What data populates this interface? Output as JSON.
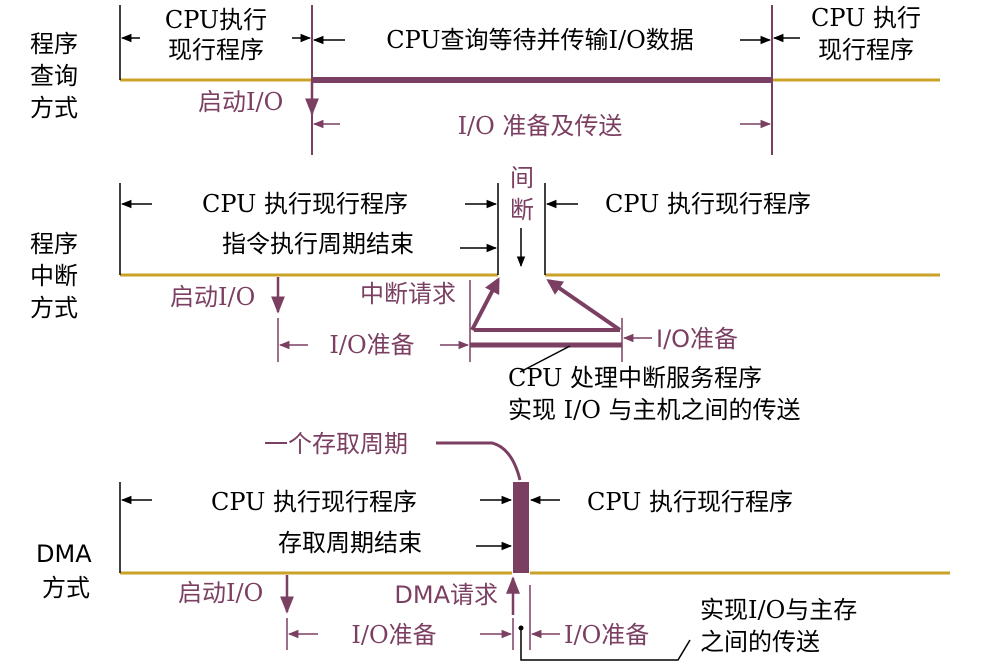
{
  "colors": {
    "timeline": "#c9a227",
    "accent": "#7b3f62",
    "text": "#000000",
    "background": "#ffffff"
  },
  "sections": {
    "polling": {
      "mode_line1": "程序",
      "mode_line2": "查询",
      "mode_line3": "方式",
      "cpu_left_1": "CPU执行",
      "cpu_left_2": "现行程序",
      "wait_label": "CPU查询等待并传输I/O数据",
      "cpu_right_1": "CPU 执行",
      "cpu_right_2": "现行程序",
      "start_io": "启动I/O",
      "io_prep_transfer": "I/O 准备及传送"
    },
    "interrupt": {
      "mode_line1": "程序",
      "mode_line2": "中断",
      "mode_line3": "方式",
      "cpu_left": "CPU  执行现行程序",
      "instr_end": "指令执行周期结束",
      "interrupt_char1": "间",
      "interrupt_char2": "断",
      "cpu_right": "CPU  执行现行程序",
      "start_io": "启动I/O",
      "int_request": "中断请求",
      "io_prep_left": "I/O准备",
      "io_prep_right": "I/O准备",
      "service_1": "CPU 处理中断服务程序",
      "service_2": "实现 I/O 与主机之间的传送"
    },
    "dma": {
      "mode_line1": "DMA",
      "mode_line2": "方式",
      "one_cycle": "一个存取周期",
      "cpu_left": "CPU  执行现行程序",
      "cycle_end": "存取周期结束",
      "cpu_right": "CPU  执行现行程序",
      "start_io": "启动I/O",
      "dma_request": "DMA请求",
      "io_prep_left": "I/O准备",
      "io_prep_right": "I/O准备",
      "transfer_1": "实现I/O与主存",
      "transfer_2": "之间的传送"
    }
  }
}
